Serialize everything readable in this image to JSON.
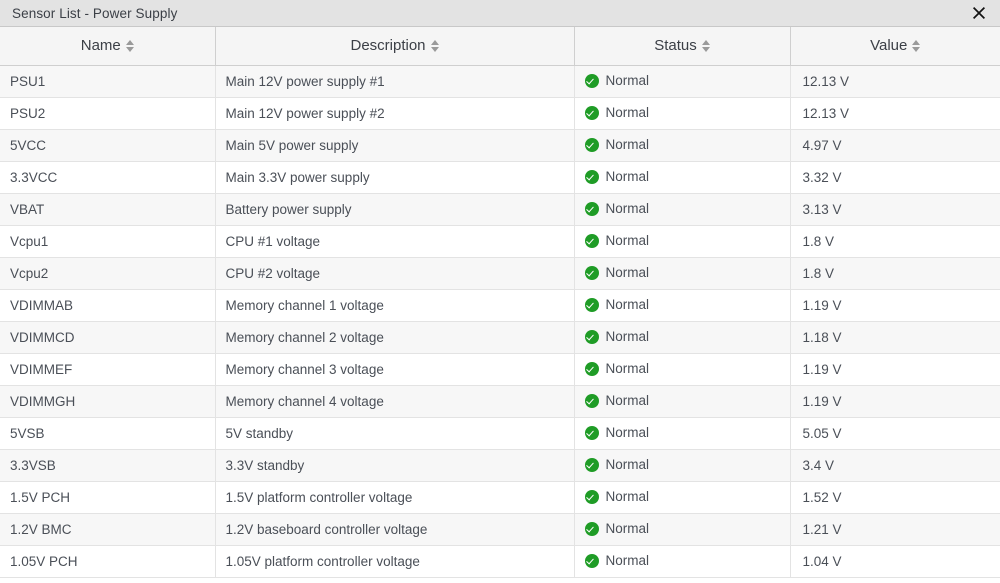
{
  "window": {
    "title": "Sensor List - Power Supply",
    "close_icon": "close-icon"
  },
  "theme": {
    "titlebar_bg": "#e3e3e3",
    "header_bg": "#f5f5f5",
    "stripe_bg": "#f7f7f7",
    "status_ok_color": "#1f9c26",
    "text_color": "#4a4f57",
    "border_color": "#e3e3e3"
  },
  "table": {
    "columns": [
      {
        "key": "name",
        "label": "Name",
        "sort_icon": "sort-toggle-icon"
      },
      {
        "key": "description",
        "label": "Description",
        "sort_icon": "sort-toggle-icon"
      },
      {
        "key": "status",
        "label": "Status",
        "sort_icon": "sort-toggle-icon"
      },
      {
        "key": "value",
        "label": "Value",
        "sort_icon": "sort-toggle-icon"
      }
    ],
    "rows": [
      {
        "name": "PSU1",
        "description": "Main 12V power supply #1",
        "status": "Normal",
        "status_icon": "check-circle-icon",
        "value": "12.13 V"
      },
      {
        "name": "PSU2",
        "description": "Main 12V power supply #2",
        "status": "Normal",
        "status_icon": "check-circle-icon",
        "value": "12.13 V"
      },
      {
        "name": "5VCC",
        "description": "Main 5V power supply",
        "status": "Normal",
        "status_icon": "check-circle-icon",
        "value": "4.97 V"
      },
      {
        "name": "3.3VCC",
        "description": "Main 3.3V power supply",
        "status": "Normal",
        "status_icon": "check-circle-icon",
        "value": "3.32 V"
      },
      {
        "name": "VBAT",
        "description": "Battery power supply",
        "status": "Normal",
        "status_icon": "check-circle-icon",
        "value": "3.13 V"
      },
      {
        "name": "Vcpu1",
        "description": "CPU #1 voltage",
        "status": "Normal",
        "status_icon": "check-circle-icon",
        "value": "1.8 V"
      },
      {
        "name": "Vcpu2",
        "description": "CPU #2 voltage",
        "status": "Normal",
        "status_icon": "check-circle-icon",
        "value": "1.8 V"
      },
      {
        "name": "VDIMMAB",
        "description": "Memory channel 1 voltage",
        "status": "Normal",
        "status_icon": "check-circle-icon",
        "value": "1.19 V"
      },
      {
        "name": "VDIMMCD",
        "description": "Memory channel 2 voltage",
        "status": "Normal",
        "status_icon": "check-circle-icon",
        "value": "1.18 V"
      },
      {
        "name": "VDIMMEF",
        "description": "Memory channel 3 voltage",
        "status": "Normal",
        "status_icon": "check-circle-icon",
        "value": "1.19 V"
      },
      {
        "name": "VDIMMGH",
        "description": "Memory channel 4 voltage",
        "status": "Normal",
        "status_icon": "check-circle-icon",
        "value": "1.19 V"
      },
      {
        "name": "5VSB",
        "description": "5V standby",
        "status": "Normal",
        "status_icon": "check-circle-icon",
        "value": "5.05 V"
      },
      {
        "name": "3.3VSB",
        "description": "3.3V standby",
        "status": "Normal",
        "status_icon": "check-circle-icon",
        "value": "3.4 V"
      },
      {
        "name": "1.5V PCH",
        "description": "1.5V platform controller voltage",
        "status": "Normal",
        "status_icon": "check-circle-icon",
        "value": "1.52 V"
      },
      {
        "name": "1.2V BMC",
        "description": "1.2V baseboard controller voltage",
        "status": "Normal",
        "status_icon": "check-circle-icon",
        "value": "1.21 V"
      },
      {
        "name": "1.05V PCH",
        "description": "1.05V platform controller voltage",
        "status": "Normal",
        "status_icon": "check-circle-icon",
        "value": "1.04 V"
      }
    ]
  }
}
